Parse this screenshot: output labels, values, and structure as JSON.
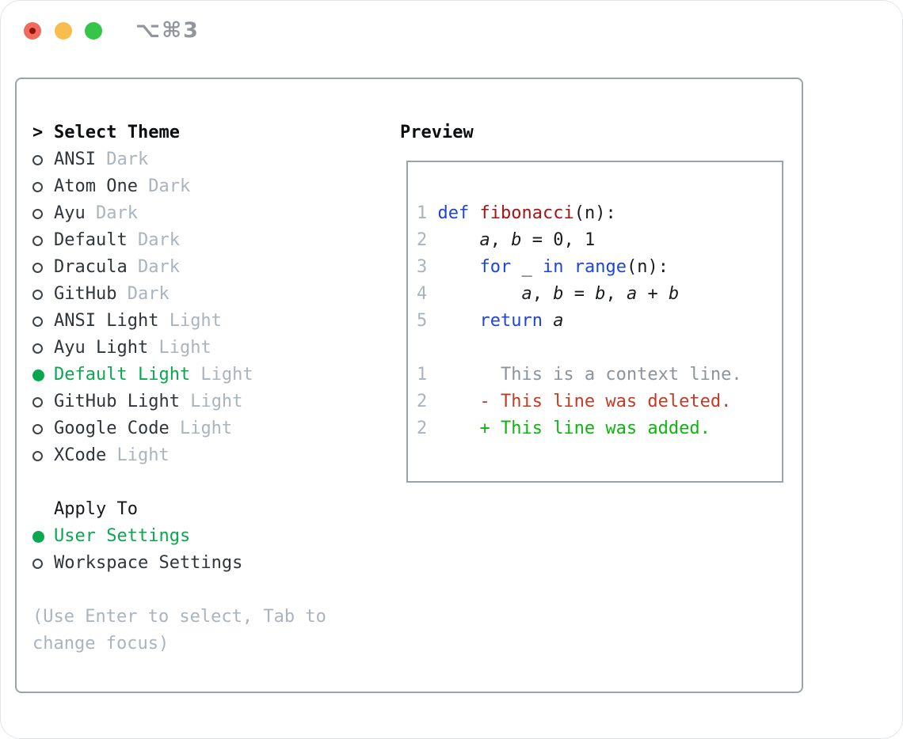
{
  "window": {
    "shortcut": "⌥⌘3",
    "traffic_lights": [
      "close",
      "minimize",
      "zoom"
    ]
  },
  "colors": {
    "border": "#9aa4ae",
    "green": "#09a84f",
    "muted": "#a9b4bf",
    "kw": "#1e44e0",
    "fn": "#a81414",
    "ctx": "#8b949e",
    "del": "#c53a22",
    "add": "#0cb50f"
  },
  "panel": {
    "title_marker": ">",
    "title": "Select Theme",
    "themes": [
      {
        "name": "ANSI",
        "variant": "Dark",
        "selected": false
      },
      {
        "name": "Atom One",
        "variant": "Dark",
        "selected": false
      },
      {
        "name": "Ayu",
        "variant": "Dark",
        "selected": false
      },
      {
        "name": "Default",
        "variant": "Dark",
        "selected": false
      },
      {
        "name": "Dracula",
        "variant": "Dark",
        "selected": false
      },
      {
        "name": "GitHub",
        "variant": "Dark",
        "selected": false
      },
      {
        "name": "ANSI Light",
        "variant": "Light",
        "selected": false
      },
      {
        "name": "Ayu Light",
        "variant": "Light",
        "selected": false
      },
      {
        "name": "Default Light",
        "variant": "Light",
        "selected": true
      },
      {
        "name": "GitHub Light",
        "variant": "Light",
        "selected": false
      },
      {
        "name": "Google Code",
        "variant": "Light",
        "selected": false
      },
      {
        "name": "XCode",
        "variant": "Light",
        "selected": false
      }
    ],
    "apply_to": {
      "title": "Apply To",
      "options": [
        {
          "name": "User Settings",
          "selected": true
        },
        {
          "name": "Workspace Settings",
          "selected": false
        }
      ]
    },
    "help_text": "(Use Enter to select, Tab to change focus)"
  },
  "preview": {
    "title": "Preview",
    "code_lines": [
      {
        "num": "1",
        "tokens": [
          {
            "s": "pl",
            "t": " "
          },
          {
            "s": "kw",
            "t": "def"
          },
          {
            "s": "pl",
            "t": " "
          },
          {
            "s": "fn",
            "t": "fibonacci"
          },
          {
            "s": "pl",
            "t": "(n):"
          }
        ]
      },
      {
        "num": "2",
        "tokens": [
          {
            "s": "pl",
            "t": "     "
          },
          {
            "s": "var",
            "t": "a"
          },
          {
            "s": "pl",
            "t": ", "
          },
          {
            "s": "var",
            "t": "b"
          },
          {
            "s": "pl",
            "t": " = 0, 1"
          }
        ]
      },
      {
        "num": "3",
        "tokens": [
          {
            "s": "pl",
            "t": "     "
          },
          {
            "s": "kw",
            "t": "for"
          },
          {
            "s": "pl",
            "t": " _ "
          },
          {
            "s": "kw",
            "t": "in"
          },
          {
            "s": "pl",
            "t": " "
          },
          {
            "s": "kw",
            "t": "range"
          },
          {
            "s": "pl",
            "t": "(n):"
          }
        ]
      },
      {
        "num": "4",
        "tokens": [
          {
            "s": "pl",
            "t": "         "
          },
          {
            "s": "var",
            "t": "a"
          },
          {
            "s": "pl",
            "t": ", "
          },
          {
            "s": "var",
            "t": "b"
          },
          {
            "s": "pl",
            "t": " = "
          },
          {
            "s": "var",
            "t": "b"
          },
          {
            "s": "pl",
            "t": ", "
          },
          {
            "s": "var",
            "t": "a"
          },
          {
            "s": "pl",
            "t": " + "
          },
          {
            "s": "var",
            "t": "b"
          }
        ]
      },
      {
        "num": "5",
        "tokens": [
          {
            "s": "pl",
            "t": "     "
          },
          {
            "s": "kw",
            "t": "return"
          },
          {
            "s": "pl",
            "t": " "
          },
          {
            "s": "var",
            "t": "a"
          }
        ]
      },
      {
        "num": "",
        "tokens": []
      },
      {
        "num": "1",
        "tokens": [
          {
            "s": "ctx",
            "t": "       This is a context line."
          }
        ]
      },
      {
        "num": "2",
        "tokens": [
          {
            "s": "del",
            "t": "     - This line was deleted."
          }
        ]
      },
      {
        "num": "2",
        "tokens": [
          {
            "s": "add",
            "t": "     + This line was added."
          }
        ]
      }
    ]
  }
}
